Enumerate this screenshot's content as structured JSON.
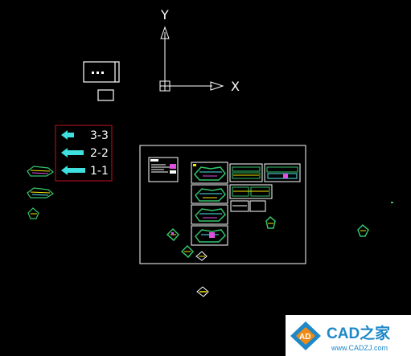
{
  "viewport": {
    "ucs_y_label": "Y",
    "ucs_x_label": "X"
  },
  "section_legend": {
    "items": [
      {
        "label": "3-3"
      },
      {
        "label": "2-2"
      },
      {
        "label": "1-1"
      }
    ]
  },
  "watermark": {
    "brand": "CAD之家",
    "url": "www.CADZJ.com",
    "logo_letters": "AD"
  },
  "colors": {
    "background": "#000000",
    "line": "#ffffff",
    "legend_frame": "#c0121b",
    "section_marker": "#3fe0e0",
    "plan_green": "#34c46a",
    "plan_cyan": "#55e6f0",
    "plan_magenta": "#e050e0",
    "plan_yellow": "#f2e600",
    "watermark_bg": "#ffffff",
    "watermark_blue": "#1e88c9",
    "watermark_orange": "#f08a14"
  },
  "icons": {
    "ucs": "ucs-crosshair-icon",
    "viewport_block": "title-block-icon",
    "section_arrow": "section-arrow-icon"
  }
}
